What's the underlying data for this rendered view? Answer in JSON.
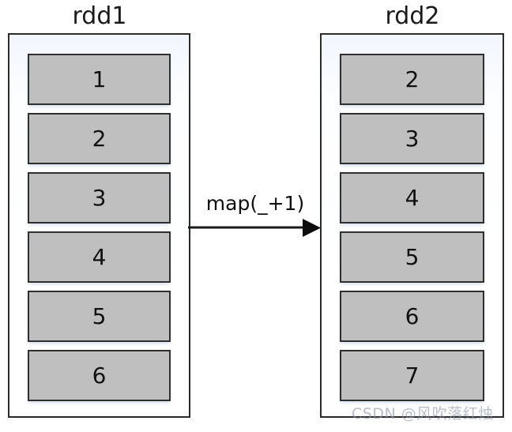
{
  "diagram": {
    "title_left": "rdd1",
    "title_right": "rdd2",
    "transformation_label": "map(_+1)",
    "watermark": "CSDN @风吹落红烛",
    "colors": {
      "cell_fill": "#bfbfbf",
      "cell_border": "#2f2f2f",
      "container_border": "#2b2b2b",
      "background": "#ffffff",
      "text": "#111111"
    },
    "left": {
      "name": "rdd1",
      "cells": [
        {
          "value": "1"
        },
        {
          "value": "2"
        },
        {
          "value": "3"
        },
        {
          "value": "4"
        },
        {
          "value": "5"
        },
        {
          "value": "6"
        }
      ]
    },
    "right": {
      "name": "rdd2",
      "cells": [
        {
          "value": "2"
        },
        {
          "value": "3"
        },
        {
          "value": "4"
        },
        {
          "value": "5"
        },
        {
          "value": "6"
        },
        {
          "value": "7"
        }
      ]
    }
  }
}
